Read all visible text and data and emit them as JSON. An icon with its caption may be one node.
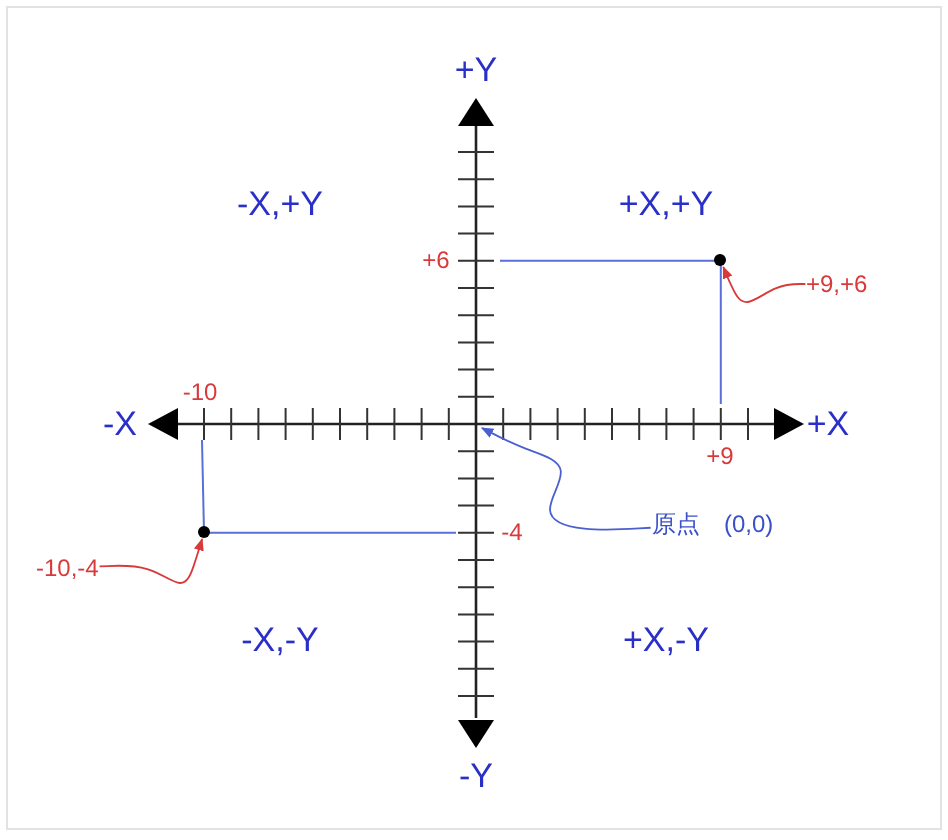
{
  "diagram": {
    "nodes": [
      {
        "text": [
          "+9,+6"
        ]
      },
      {
        "text": [],
        "shape": "circle"
      },
      {
        "text": [
          "-10,-4"
        ]
      },
      {
        "text": [],
        "shape": "circle"
      },
      {
        "text": [
          "原点",
          "(0,0)"
        ]
      }
    ],
    "edges": [
      {
        "from": 0,
        "to": 1,
        "arrow": "to"
      },
      {
        "from": 2,
        "to": 3,
        "arrow": "to"
      },
      {
        "from": 4,
        "to": null,
        "arrow": "to",
        "color": "#4a5fd0"
      }
    ],
    "labels": [
      "+Y",
      "-X,+Y",
      "+X,+Y",
      "+6",
      "-10",
      "-X",
      "+X",
      "+9",
      "-4",
      "-X,-Y",
      "+X,-Y",
      "-Y"
    ]
  }
}
